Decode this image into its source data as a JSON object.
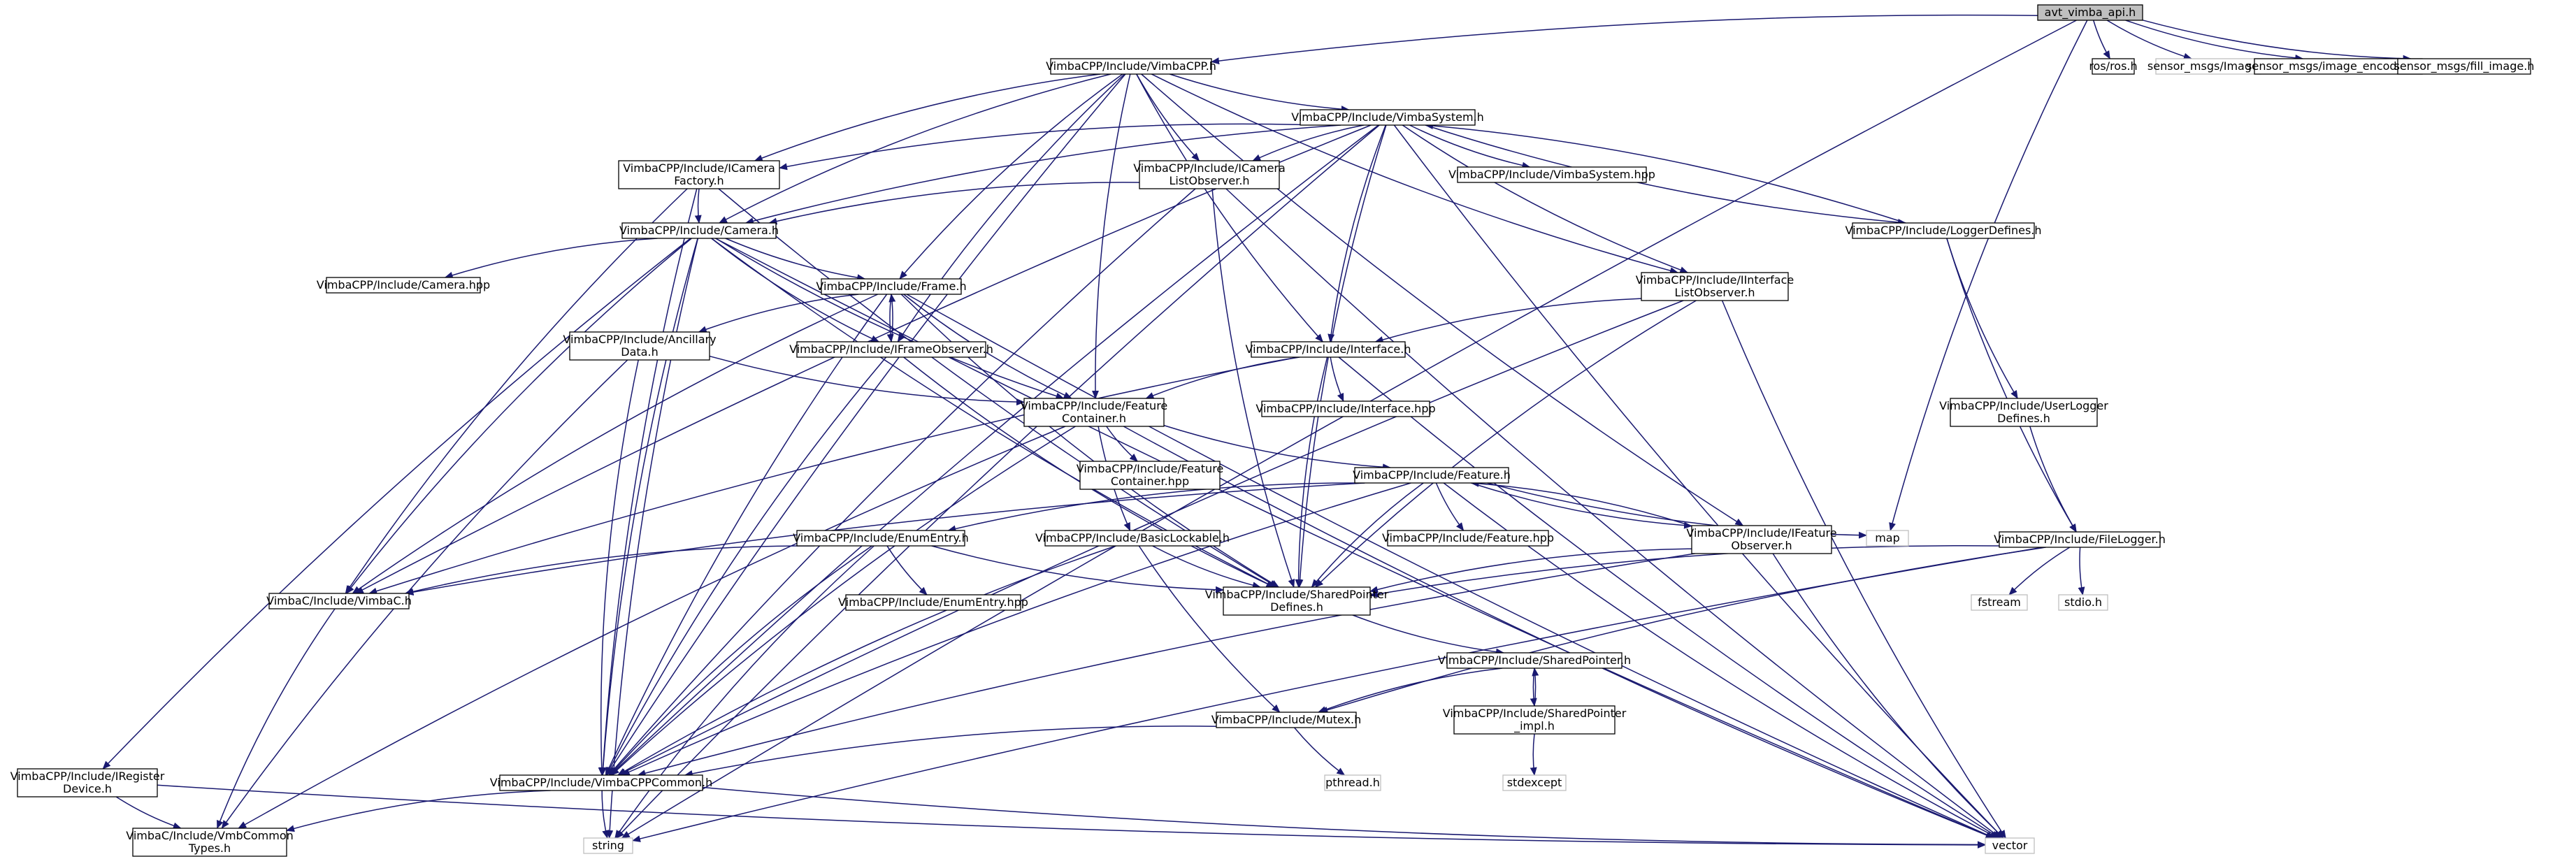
{
  "graph": {
    "title": "",
    "colors": {
      "edge": "#191970",
      "node_fill": "#ffffff",
      "node_border": "#000000",
      "root_fill": "#bfbfbf",
      "external_border": "#bfbfbf",
      "text": "#000000"
    },
    "nodes": [
      {
        "id": "root",
        "lines": [
          "avt_vimba_api.h"
        ],
        "style": "root"
      },
      {
        "id": "vimbacpp",
        "lines": [
          "VimbaCPP/Include/VimbaCPP.h"
        ],
        "style": "normal"
      },
      {
        "id": "ros",
        "lines": [
          "ros/ros.h"
        ],
        "style": "normal"
      },
      {
        "id": "sm_image",
        "lines": [
          "sensor_msgs/Image.h"
        ],
        "style": "external"
      },
      {
        "id": "sm_enc",
        "lines": [
          "sensor_msgs/image_encodings.h"
        ],
        "style": "normal"
      },
      {
        "id": "sm_fill",
        "lines": [
          "sensor_msgs/fill_image.h"
        ],
        "style": "normal"
      },
      {
        "id": "vsys",
        "lines": [
          "VimbaCPP/Include/VimbaSystem.h"
        ],
        "style": "normal"
      },
      {
        "id": "icamfac",
        "lines": [
          "VimbaCPP/Include/ICamera",
          "Factory.h"
        ],
        "style": "normal"
      },
      {
        "id": "icamlo",
        "lines": [
          "VimbaCPP/Include/ICamera",
          "ListObserver.h"
        ],
        "style": "normal"
      },
      {
        "id": "vsyshpp",
        "lines": [
          "VimbaCPP/Include/VimbaSystem.hpp"
        ],
        "style": "normal"
      },
      {
        "id": "loggerdef",
        "lines": [
          "VimbaCPP/Include/LoggerDefines.h"
        ],
        "style": "normal"
      },
      {
        "id": "camera",
        "lines": [
          "VimbaCPP/Include/Camera.h"
        ],
        "style": "normal"
      },
      {
        "id": "camhpp",
        "lines": [
          "VimbaCPP/Include/Camera.hpp"
        ],
        "style": "normal"
      },
      {
        "id": "frame",
        "lines": [
          "VimbaCPP/Include/Frame.h"
        ],
        "style": "normal"
      },
      {
        "id": "iintlo",
        "lines": [
          "VimbaCPP/Include/IInterface",
          "ListObserver.h"
        ],
        "style": "normal"
      },
      {
        "id": "ancillary",
        "lines": [
          "VimbaCPP/Include/Ancillary",
          "Data.h"
        ],
        "style": "normal"
      },
      {
        "id": "iframeobs",
        "lines": [
          "VimbaCPP/Include/IFrameObserver.h"
        ],
        "style": "normal"
      },
      {
        "id": "interface",
        "lines": [
          "VimbaCPP/Include/Interface.h"
        ],
        "style": "normal"
      },
      {
        "id": "interfacehpp",
        "lines": [
          "VimbaCPP/Include/Interface.hpp"
        ],
        "style": "normal"
      },
      {
        "id": "userlogger",
        "lines": [
          "VimbaCPP/Include/UserLogger",
          "Defines.h"
        ],
        "style": "normal"
      },
      {
        "id": "featcont",
        "lines": [
          "VimbaCPP/Include/Feature",
          "Container.h"
        ],
        "style": "normal"
      },
      {
        "id": "featconthpp",
        "lines": [
          "VimbaCPP/Include/Feature",
          "Container.hpp"
        ],
        "style": "normal"
      },
      {
        "id": "feature",
        "lines": [
          "VimbaCPP/Include/Feature.h"
        ],
        "style": "normal"
      },
      {
        "id": "featurehpp",
        "lines": [
          "VimbaCPP/Include/Feature.hpp"
        ],
        "style": "normal"
      },
      {
        "id": "ifeatobs",
        "lines": [
          "VimbaCPP/Include/IFeature",
          "Observer.h"
        ],
        "style": "normal"
      },
      {
        "id": "map",
        "lines": [
          "map"
        ],
        "style": "external"
      },
      {
        "id": "filelogger",
        "lines": [
          "VimbaCPP/Include/FileLogger.h"
        ],
        "style": "normal"
      },
      {
        "id": "enumentry",
        "lines": [
          "VimbaCPP/Include/EnumEntry.h"
        ],
        "style": "normal"
      },
      {
        "id": "basiclock",
        "lines": [
          "VimbaCPP/Include/BasicLockable.h"
        ],
        "style": "normal"
      },
      {
        "id": "vimbac",
        "lines": [
          "VimbaC/Include/VimbaC.h"
        ],
        "style": "normal"
      },
      {
        "id": "enumentryhpp",
        "lines": [
          "VimbaCPP/Include/EnumEntry.hpp"
        ],
        "style": "normal"
      },
      {
        "id": "sptrdef",
        "lines": [
          "VimbaCPP/Include/SharedPointer",
          "Defines.h"
        ],
        "style": "normal"
      },
      {
        "id": "fstream",
        "lines": [
          "fstream"
        ],
        "style": "external"
      },
      {
        "id": "stdio",
        "lines": [
          "stdio.h"
        ],
        "style": "external"
      },
      {
        "id": "sptr",
        "lines": [
          "VimbaCPP/Include/SharedPointer.h"
        ],
        "style": "normal"
      },
      {
        "id": "sptrimpl",
        "lines": [
          "VimbaCPP/Include/SharedPointer",
          "_impl.h"
        ],
        "style": "normal"
      },
      {
        "id": "mutex",
        "lines": [
          "VimbaCPP/Include/Mutex.h"
        ],
        "style": "normal"
      },
      {
        "id": "stdexcept",
        "lines": [
          "stdexcept"
        ],
        "style": "external"
      },
      {
        "id": "pthread",
        "lines": [
          "pthread.h"
        ],
        "style": "external"
      },
      {
        "id": "iregdev",
        "lines": [
          "VimbaCPP/Include/IRegister",
          "Device.h"
        ],
        "style": "normal"
      },
      {
        "id": "vcppcommon",
        "lines": [
          "VimbaCPP/Include/VimbaCPPCommon.h"
        ],
        "style": "normal"
      },
      {
        "id": "vmbcommon",
        "lines": [
          "VimbaC/Include/VmbCommon",
          "Types.h"
        ],
        "style": "normal"
      },
      {
        "id": "string",
        "lines": [
          "string"
        ],
        "style": "external"
      },
      {
        "id": "vector",
        "lines": [
          "vector"
        ],
        "style": "external"
      }
    ],
    "edges": [
      [
        "root",
        "vimbacpp"
      ],
      [
        "root",
        "ros"
      ],
      [
        "root",
        "sm_image"
      ],
      [
        "root",
        "sm_enc"
      ],
      [
        "root",
        "sm_fill"
      ],
      [
        "root",
        "map"
      ],
      [
        "root",
        "string"
      ],
      [
        "vimbacpp",
        "vsys"
      ],
      [
        "vimbacpp",
        "icamfac"
      ],
      [
        "vimbacpp",
        "icamlo"
      ],
      [
        "vimbacpp",
        "camera"
      ],
      [
        "vimbacpp",
        "frame"
      ],
      [
        "vimbacpp",
        "iframeobs"
      ],
      [
        "vimbacpp",
        "iintlo"
      ],
      [
        "vimbacpp",
        "interface"
      ],
      [
        "vimbacpp",
        "featcont"
      ],
      [
        "vimbacpp",
        "ifeatobs"
      ],
      [
        "vimbacpp",
        "vcppcommon"
      ],
      [
        "vsys",
        "vsyshpp"
      ],
      [
        "vsys",
        "loggerdef"
      ],
      [
        "vsys",
        "icamfac"
      ],
      [
        "vsys",
        "icamlo"
      ],
      [
        "vsys",
        "camera"
      ],
      [
        "vsys",
        "interface"
      ],
      [
        "vsys",
        "iintlo"
      ],
      [
        "vsys",
        "vimbac"
      ],
      [
        "vsys",
        "vcppcommon"
      ],
      [
        "vsys",
        "sptrdef"
      ],
      [
        "vsys",
        "vector"
      ],
      [
        "vsys",
        "string"
      ],
      [
        "icamfac",
        "camera"
      ],
      [
        "icamfac",
        "vimbac"
      ],
      [
        "icamfac",
        "sptrdef"
      ],
      [
        "icamfac",
        "vcppcommon"
      ],
      [
        "icamlo",
        "camera"
      ],
      [
        "icamlo",
        "sptrdef"
      ],
      [
        "icamlo",
        "vector"
      ],
      [
        "icamlo",
        "vcppcommon"
      ],
      [
        "loggerdef",
        "userlogger"
      ],
      [
        "loggerdef",
        "filelogger"
      ],
      [
        "loggerdef",
        "vsys"
      ],
      [
        "camera",
        "camhpp"
      ],
      [
        "camera",
        "frame"
      ],
      [
        "camera",
        "iframeobs"
      ],
      [
        "camera",
        "featcont"
      ],
      [
        "camera",
        "iregdev"
      ],
      [
        "camera",
        "vimbac"
      ],
      [
        "camera",
        "sptrdef"
      ],
      [
        "camera",
        "vcppcommon"
      ],
      [
        "camera",
        "string"
      ],
      [
        "camera",
        "vector"
      ],
      [
        "frame",
        "ancillary"
      ],
      [
        "frame",
        "iframeobs"
      ],
      [
        "frame",
        "featcont"
      ],
      [
        "frame",
        "vimbac"
      ],
      [
        "frame",
        "sptrdef"
      ],
      [
        "frame",
        "vcppcommon"
      ],
      [
        "frame",
        "vector"
      ],
      [
        "iframeobs",
        "frame"
      ],
      [
        "iframeobs",
        "sptrdef"
      ],
      [
        "iframeobs",
        "vcppcommon"
      ],
      [
        "ancillary",
        "featcont"
      ],
      [
        "ancillary",
        "vcppcommon"
      ],
      [
        "ancillary",
        "vmbcommon"
      ],
      [
        "iintlo",
        "interface"
      ],
      [
        "iintlo",
        "sptrdef"
      ],
      [
        "iintlo",
        "vcppcommon"
      ],
      [
        "iintlo",
        "vector"
      ],
      [
        "interface",
        "interfacehpp"
      ],
      [
        "interface",
        "featcont"
      ],
      [
        "interface",
        "vimbac"
      ],
      [
        "interface",
        "sptrdef"
      ],
      [
        "interface",
        "vector"
      ],
      [
        "userlogger",
        "filelogger"
      ],
      [
        "featcont",
        "featconthpp"
      ],
      [
        "featcont",
        "feature"
      ],
      [
        "featcont",
        "basiclock"
      ],
      [
        "featcont",
        "vcppcommon"
      ],
      [
        "featcont",
        "vmbcommon"
      ],
      [
        "featcont",
        "vector"
      ],
      [
        "feature",
        "featurehpp"
      ],
      [
        "feature",
        "ifeatobs"
      ],
      [
        "feature",
        "enumentry"
      ],
      [
        "feature",
        "vimbac"
      ],
      [
        "feature",
        "sptrdef"
      ],
      [
        "feature",
        "map"
      ],
      [
        "feature",
        "vector"
      ],
      [
        "feature",
        "vcppcommon"
      ],
      [
        "ifeatobs",
        "feature"
      ],
      [
        "ifeatobs",
        "sptrdef"
      ],
      [
        "ifeatobs",
        "vcppcommon"
      ],
      [
        "ifeatobs",
        "vector"
      ],
      [
        "filelogger",
        "fstream"
      ],
      [
        "filelogger",
        "stdio"
      ],
      [
        "filelogger",
        "mutex"
      ],
      [
        "filelogger",
        "sptrdef"
      ],
      [
        "filelogger",
        "string"
      ],
      [
        "enumentry",
        "enumentryhpp"
      ],
      [
        "enumentry",
        "vimbac"
      ],
      [
        "enumentry",
        "sptrdef"
      ],
      [
        "enumentry",
        "vcppcommon"
      ],
      [
        "enumentry",
        "string"
      ],
      [
        "basiclock",
        "sptrdef"
      ],
      [
        "basiclock",
        "mutex"
      ],
      [
        "basiclock",
        "vcppcommon"
      ],
      [
        "vimbac",
        "vmbcommon"
      ],
      [
        "sptrdef",
        "sptr"
      ],
      [
        "sptr",
        "sptrimpl"
      ],
      [
        "sptr",
        "mutex"
      ],
      [
        "sptrimpl",
        "sptr"
      ],
      [
        "sptrimpl",
        "stdexcept"
      ],
      [
        "mutex",
        "pthread"
      ],
      [
        "mutex",
        "vcppcommon"
      ],
      [
        "iregdev",
        "vmbcommon"
      ],
      [
        "iregdev",
        "vector"
      ],
      [
        "vcppcommon",
        "vmbcommon"
      ],
      [
        "vcppcommon",
        "string"
      ],
      [
        "vcppcommon",
        "vector"
      ]
    ]
  }
}
